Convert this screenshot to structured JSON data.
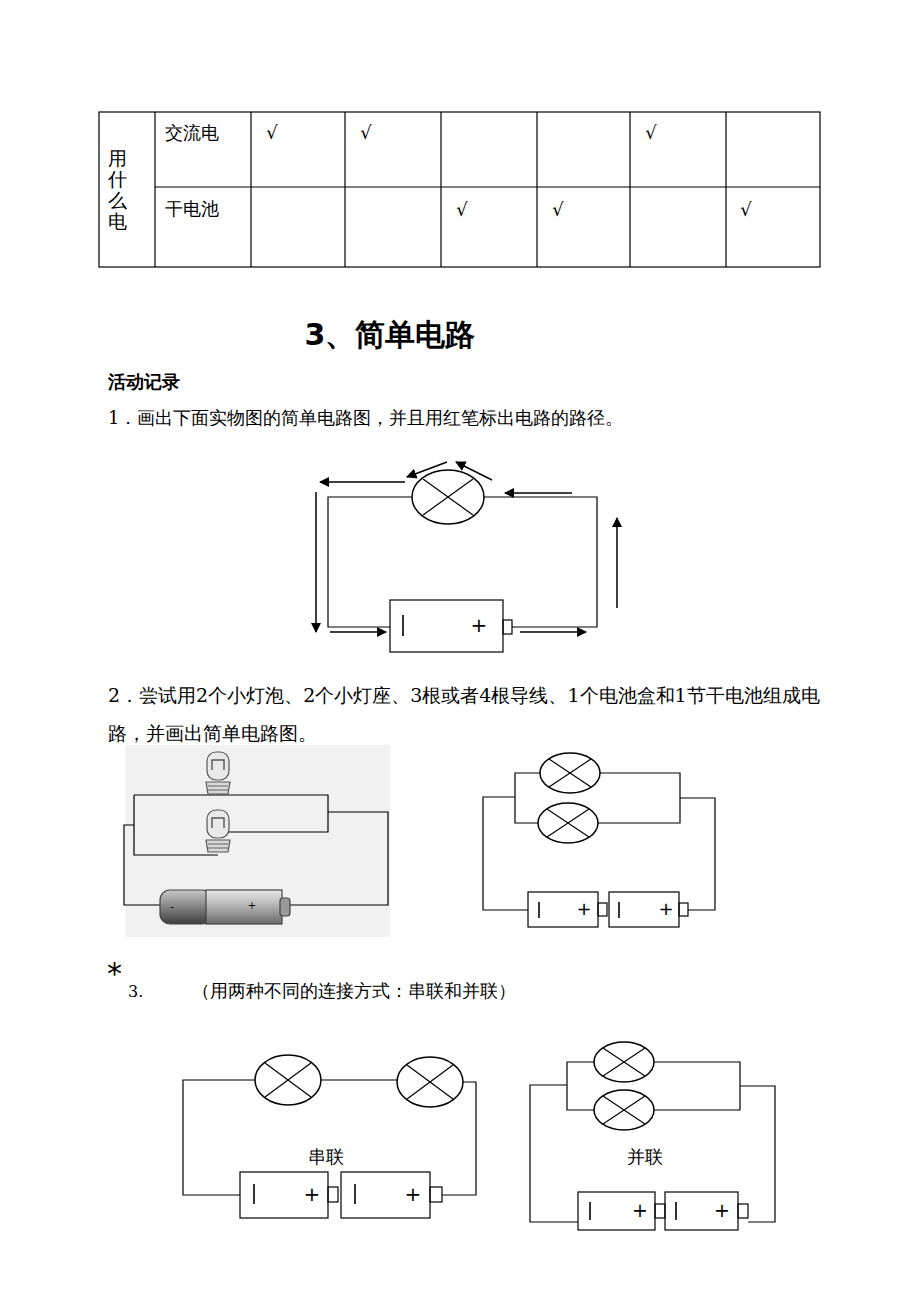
{
  "diagram": {
    "title": "3、简单电路",
    "labels": [
      "用什么电",
      "交流电",
      "√",
      "√",
      "√",
      "干电池",
      "√",
      "√",
      "√",
      "活动记录",
      "1．画出下面实物图的简单电路图，并且用红笔标出电路的路径。",
      "+",
      "2．尝试用2个小灯泡、2个小灯座、3根或者4根导线、1个电池盒和1节干电池组成电路，并画出简单电路图。",
      "-",
      "+",
      "+",
      "+",
      "*",
      "3.",
      "（用两种不同的连接方式：串联和并联）",
      "串联",
      "+",
      "+",
      "并联",
      "+",
      "+"
    ]
  }
}
